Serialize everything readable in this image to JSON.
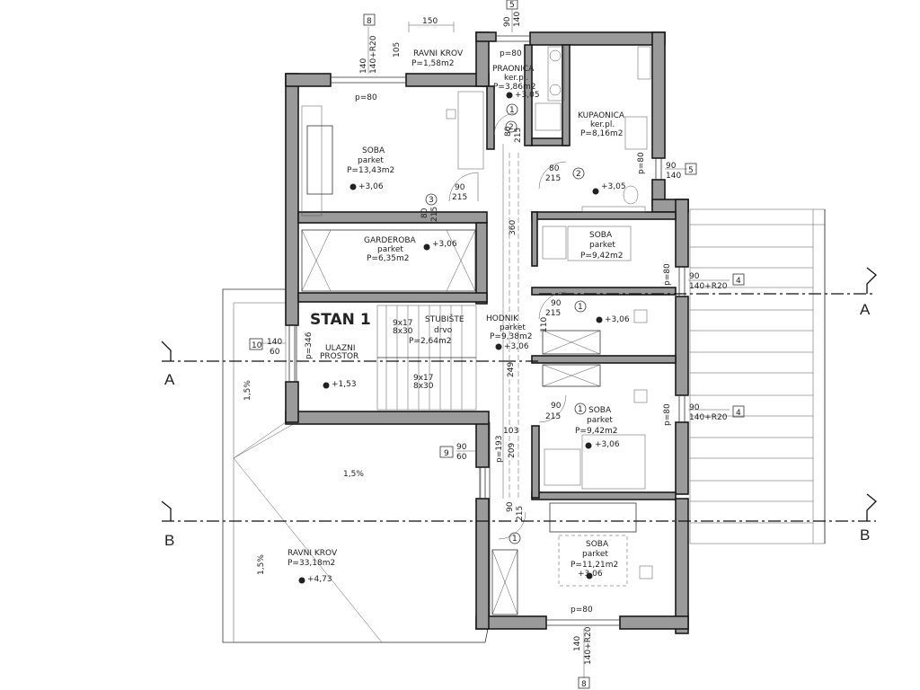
{
  "apartment_label": "STAN 1",
  "rooms": {
    "soba_main": {
      "name": "SOBA",
      "floor": "parket",
      "area": "P=13,43m2",
      "level": "+3,06"
    },
    "garderoba": {
      "name": "GARDEROBA",
      "floor": "parket",
      "area": "P=6,35m2",
      "level": "+3,06"
    },
    "praonica": {
      "name": "PRAONICA",
      "floor": "ker.pl.",
      "area": "P=3,86m2",
      "level": "+3,05"
    },
    "kupaonica": {
      "name": "KUPAONICA",
      "floor": "ker.pl.",
      "area": "P=8,16m2",
      "level": "+3,05"
    },
    "soba_a": {
      "name": "SOBA",
      "floor": "parket",
      "area": "P=9,42m2"
    },
    "hodnik": {
      "name": "HODNIK",
      "floor": "parket",
      "area": "P=9,38m2",
      "level": "+3,06"
    },
    "stubiste": {
      "name": "STUBIŠTE",
      "floor": "drvo",
      "area": "P=2,64m2"
    },
    "ulazni": {
      "name": "ULAZNI",
      "name2": "PROSTOR",
      "level": "+1,53"
    },
    "soba_b": {
      "name": "SOBA",
      "floor": "parket",
      "area": "P=9,42m2",
      "level": "+3,06"
    },
    "soba_c": {
      "name": "SOBA",
      "floor": "parket",
      "area": "P=11,21m2",
      "level": "+3,06"
    },
    "ravni_krov_small": {
      "name": "RAVNI KROV",
      "area": "P=1,58m2"
    },
    "ravni_krov_big": {
      "name": "RAVNI KROV",
      "area": "P=33,18m2",
      "level": "+4,73"
    }
  },
  "levels": {
    "soba_a": "+3,06"
  },
  "slopes": [
    "1,5%",
    "1,5%",
    "1,5%"
  ],
  "stairs": {
    "upper": "9x17",
    "upper2": "8x30",
    "lower": "9x17",
    "lower2": "8x30"
  },
  "window_tags": [
    "8",
    "5",
    "5",
    "4",
    "4",
    "10",
    "9",
    "8"
  ],
  "dims": {
    "d150": "150",
    "d105": "105",
    "d140": "140",
    "d140r20": "140+R20",
    "p80": "p=80",
    "d90": "90",
    "d215": "215",
    "d80": "80",
    "d360": "360",
    "d60": "60",
    "d346": "p=346",
    "d193": "p=193",
    "d209": "209",
    "d103": "103",
    "d249": "249",
    "d110": "110"
  },
  "door_tags": [
    "1",
    "2",
    "2",
    "3",
    "1",
    "1",
    "1"
  ],
  "sections": {
    "a": "A",
    "b": "B"
  }
}
